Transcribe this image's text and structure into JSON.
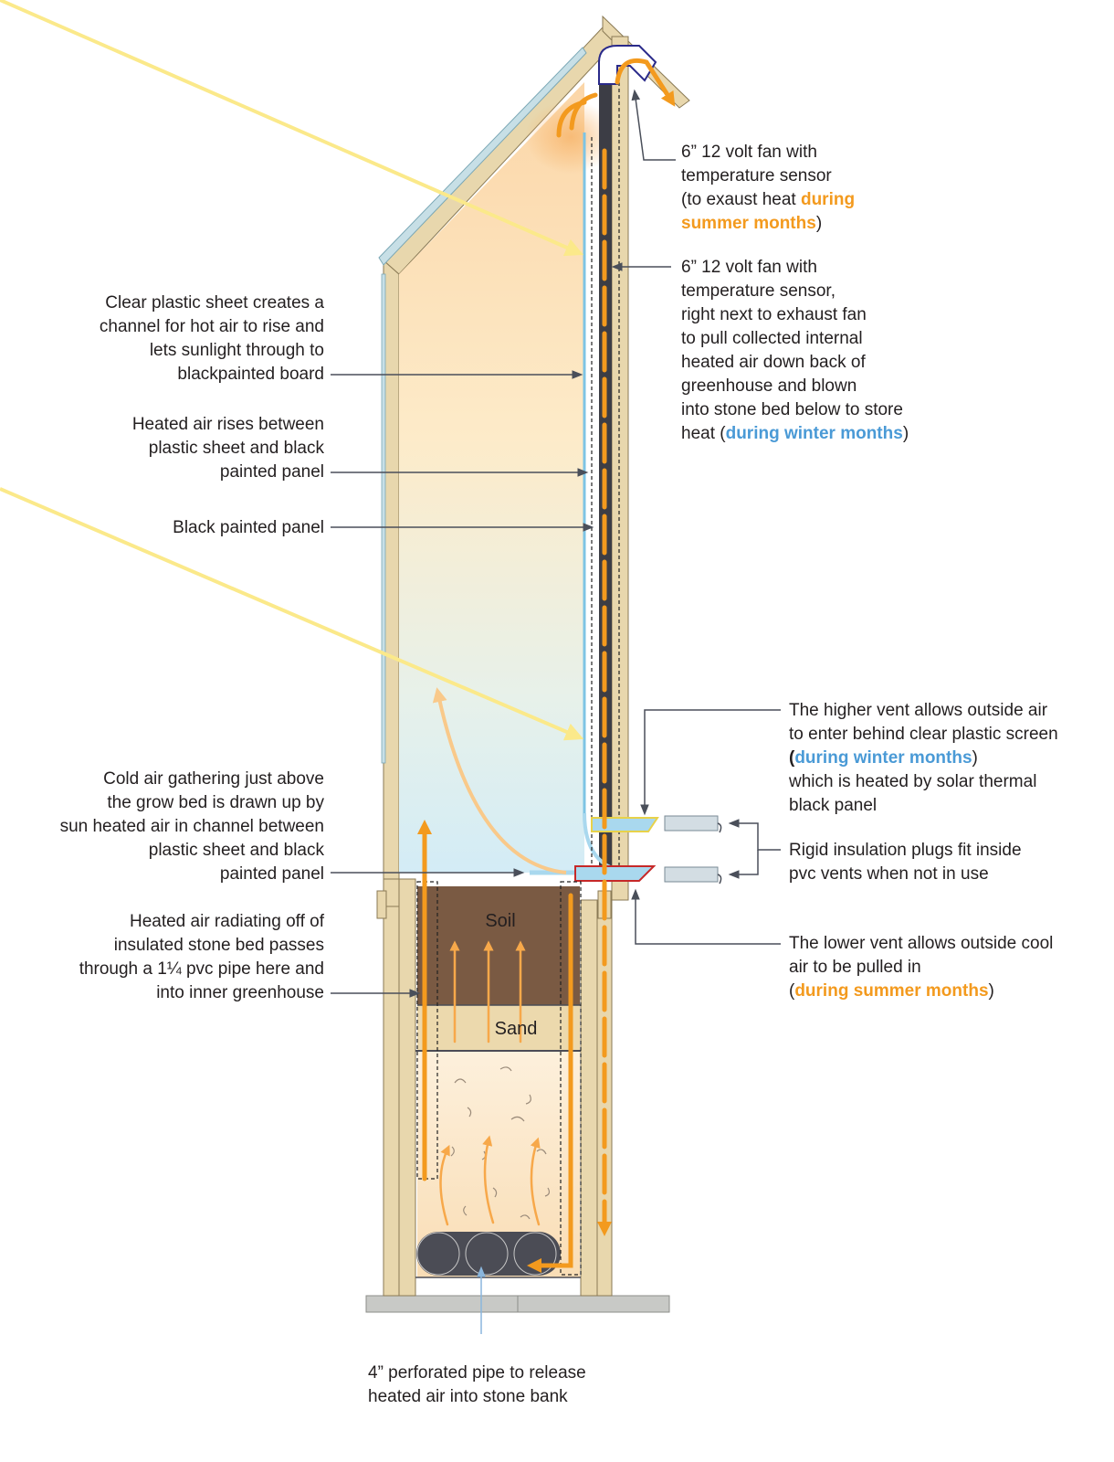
{
  "labels": {
    "exhaust_fan": {
      "line1": "6” 12 volt fan with",
      "line2": "temperature sensor",
      "line3_pre": "(to exaust heat ",
      "line3_emph": "during",
      "line4_emph": "summer months",
      "line4_post": ")"
    },
    "intake_fan": {
      "lines": [
        "6” 12 volt fan with",
        "temperature sensor,",
        "right next to exhaust fan",
        "to pull collected internal",
        "heated air down back of",
        "greenhouse and blown",
        "into stone bed below to store"
      ],
      "last_pre": "heat (",
      "last_emph": "during winter months",
      "last_post": ")"
    },
    "plastic_sheet": [
      "Clear plastic sheet creates a",
      "channel for hot air to rise and",
      "lets sunlight through to",
      "blackpainted board"
    ],
    "heated_air_rises": [
      "Heated air rises between",
      "plastic sheet and black",
      "painted panel"
    ],
    "black_panel": "Black painted panel",
    "higher_vent": {
      "line1": "The higher vent allows outside air",
      "line2": "to enter behind clear plastic screen",
      "line3_pre": "(",
      "line3_emph": "during winter months",
      "line3_post": ")",
      "line4": "which is heated by solar thermal",
      "line5": "black panel"
    },
    "cold_air": [
      "Cold air gathering just above",
      "the grow bed is drawn up by",
      "sun heated air in channel between",
      "plastic sheet and black",
      "painted panel"
    ],
    "rigid_insulation": [
      "Rigid insulation plugs fit inside",
      "pvc vents when not in use"
    ],
    "lower_vent": {
      "line1": "The lower vent allows outside cool",
      "line2": "air to be pulled in",
      "line3_pre": "(",
      "line3_emph": "during summer months",
      "line3_post": ")"
    },
    "stone_bed": [
      "Heated air radiating off of",
      "insulated stone bed passes",
      "through a 1¼ pvc pipe here and",
      "into inner greenhouse"
    ],
    "perforated_pipe": [
      "4” perforated pipe to release",
      "heated air into stone bank"
    ]
  },
  "layers": {
    "soil": "Soil",
    "sand": "Sand"
  },
  "colors": {
    "sunlight": "#fbe98a",
    "heated_air_arrow": "#f39a1e",
    "cold_air": "#8fd0ec",
    "frame_wood": "#e8d7ad",
    "frame_edge": "#8a7a55",
    "soil": "#7a5a43",
    "sand": "#ecd9ad",
    "stone_bed": "#fbe6c4",
    "pipe": "#4b4c55",
    "leader": "#4a4f5a",
    "summer_text": "#f39a1e",
    "winter_text": "#4a9ad6"
  }
}
